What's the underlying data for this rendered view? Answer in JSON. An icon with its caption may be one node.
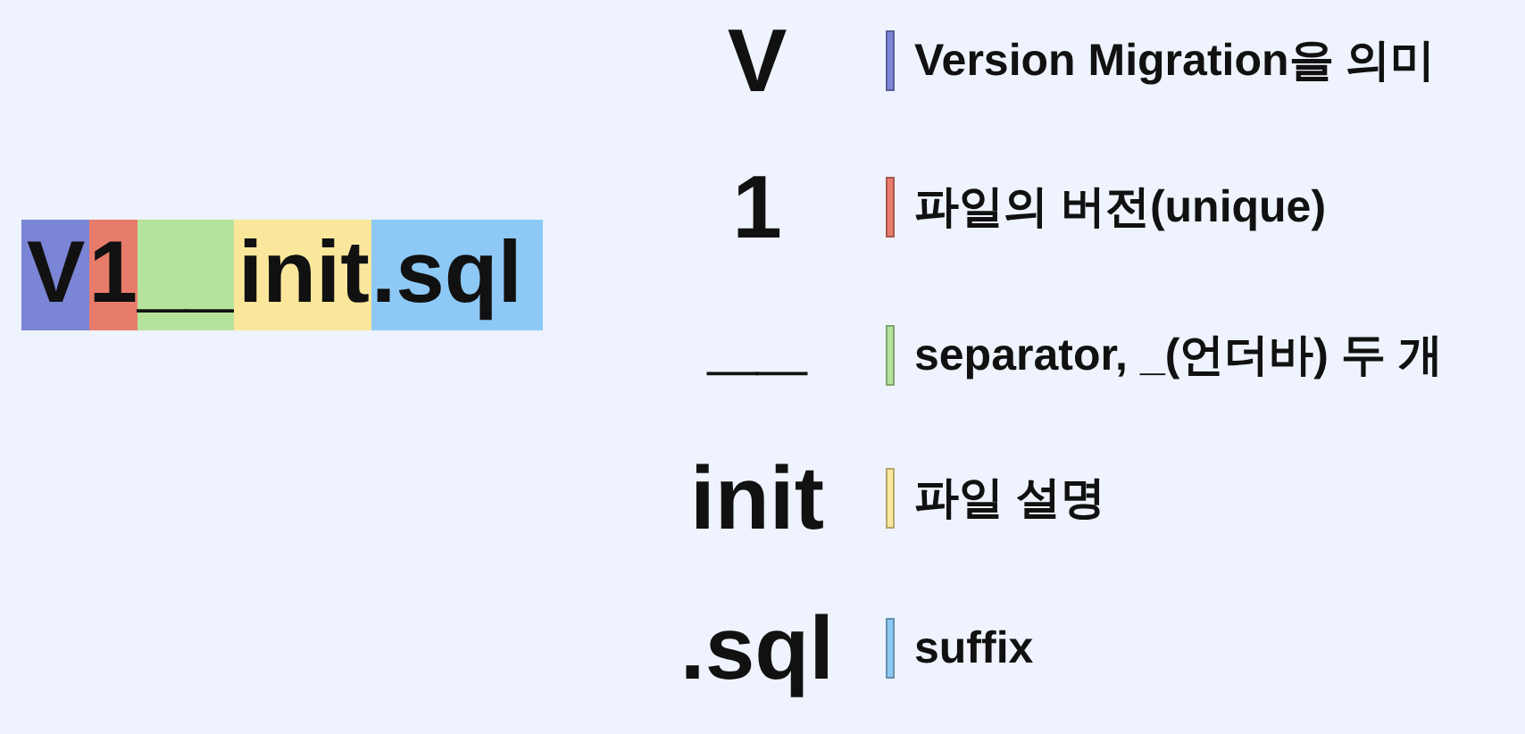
{
  "diagram": {
    "nodes": [
      {
        "text": [
          "V"
        ]
      },
      {
        "text": [
          "1"
        ]
      },
      {
        "text": [
          "__"
        ]
      },
      {
        "text": [
          "init"
        ]
      },
      {
        "text": [
          ".sql"
        ]
      }
    ],
    "labels": [
      "V",
      "1",
      "__",
      "init",
      ".sql"
    ],
    "legend": [
      {
        "text": "Version Migration을 의미",
        "color": "#7b85d5"
      },
      {
        "text": "파일의 버전(unique)",
        "color": "#e87c6b"
      },
      {
        "text": "separator, _(언더바) 두 개",
        "color": "#b5e39b"
      },
      {
        "text": "파일 설명",
        "color": "#fbe79b"
      },
      {
        "text": "suffix",
        "color": "#8ec9f6"
      }
    ]
  }
}
